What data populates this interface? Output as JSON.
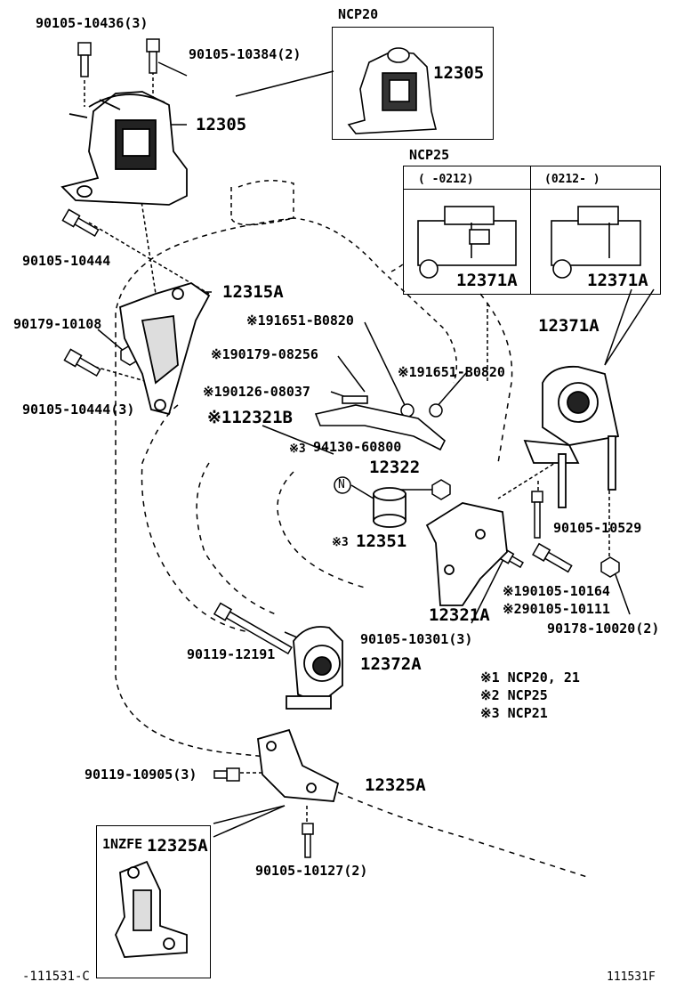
{
  "parts": {
    "p90105_10436": "90105-10436(3)",
    "p90105_10384": "90105-10384(2)",
    "p12305_main": "12305",
    "p90105_10444_a": "90105-10444",
    "p12315A": "12315A",
    "p90179_10108": "90179-10108",
    "p90105_10444_b": "90105-10444(3)",
    "p191651_a": "※191651-B0820",
    "p190179": "※190179-08256",
    "p191651_b": "※191651-B0820",
    "p190126": "※190126-08037",
    "p12321B": "※112321B",
    "p94130": "94130-60800",
    "p94130_mark": "※3",
    "p12322": "12322",
    "n_circle": "N",
    "p12351": "12351",
    "p12351_mark": "※3",
    "p12371A_main": "12371A",
    "p90105_10529": "90105-10529",
    "p12321A": "12321A",
    "p90105_10164": "※190105-10164",
    "p90105_10111": "※290105-10111",
    "p90178": "90178-10020(2)",
    "p90105_10301": "90105-10301(3)",
    "p90119_12191": "90119-12191",
    "p12372A": "12372A",
    "p90119_10905": "90119-10905(3)",
    "p12325A_main": "12325A",
    "p90105_10127": "90105-10127(2)"
  },
  "inset_ncp20": {
    "title": "NCP20",
    "part": "12305"
  },
  "inset_ncp25": {
    "title": "NCP25",
    "col1": "(        -0212)",
    "col2": "(0212-        )",
    "part_left": "12371A",
    "part_right": "12371A"
  },
  "inset_1nzfe": {
    "title": "1NZFE",
    "part": "12325A"
  },
  "notes": [
    "※1  NCP20, 21",
    "※2  NCP25",
    "※3  NCP21"
  ],
  "footer": {
    "left": "-111531-C",
    "right": "111531F"
  }
}
